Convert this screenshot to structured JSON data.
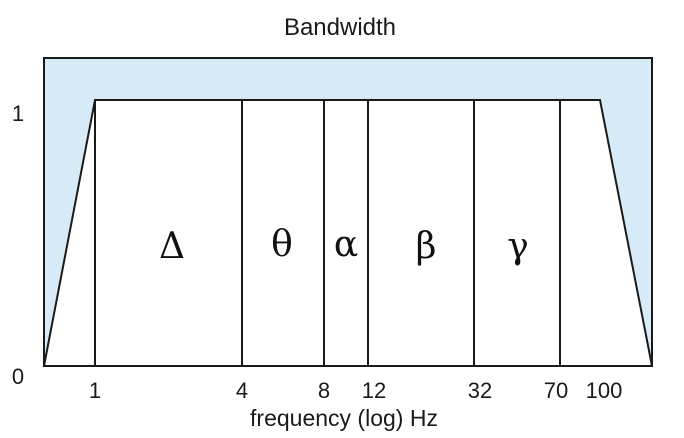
{
  "diagram": {
    "title": "Bandwidth",
    "xlabel": "frequency (log) Hz",
    "y_ticks": [
      "0",
      "1"
    ],
    "x_ticks": [
      "1",
      "4",
      "8",
      "12",
      "32",
      "70",
      "100"
    ],
    "bands": [
      {
        "symbol": "Δ",
        "from": "1",
        "to": "4"
      },
      {
        "symbol": "θ",
        "from": "4",
        "to": "8"
      },
      {
        "symbol": "α",
        "from": "8",
        "to": "12"
      },
      {
        "symbol": "β",
        "from": "12",
        "to": "32"
      },
      {
        "symbol": "γ",
        "from": "32",
        "to": "70"
      }
    ],
    "colors": {
      "background_fill": "#d6eaf7",
      "passband_fill": "#ffffff",
      "line": "#1a1a1a"
    }
  }
}
